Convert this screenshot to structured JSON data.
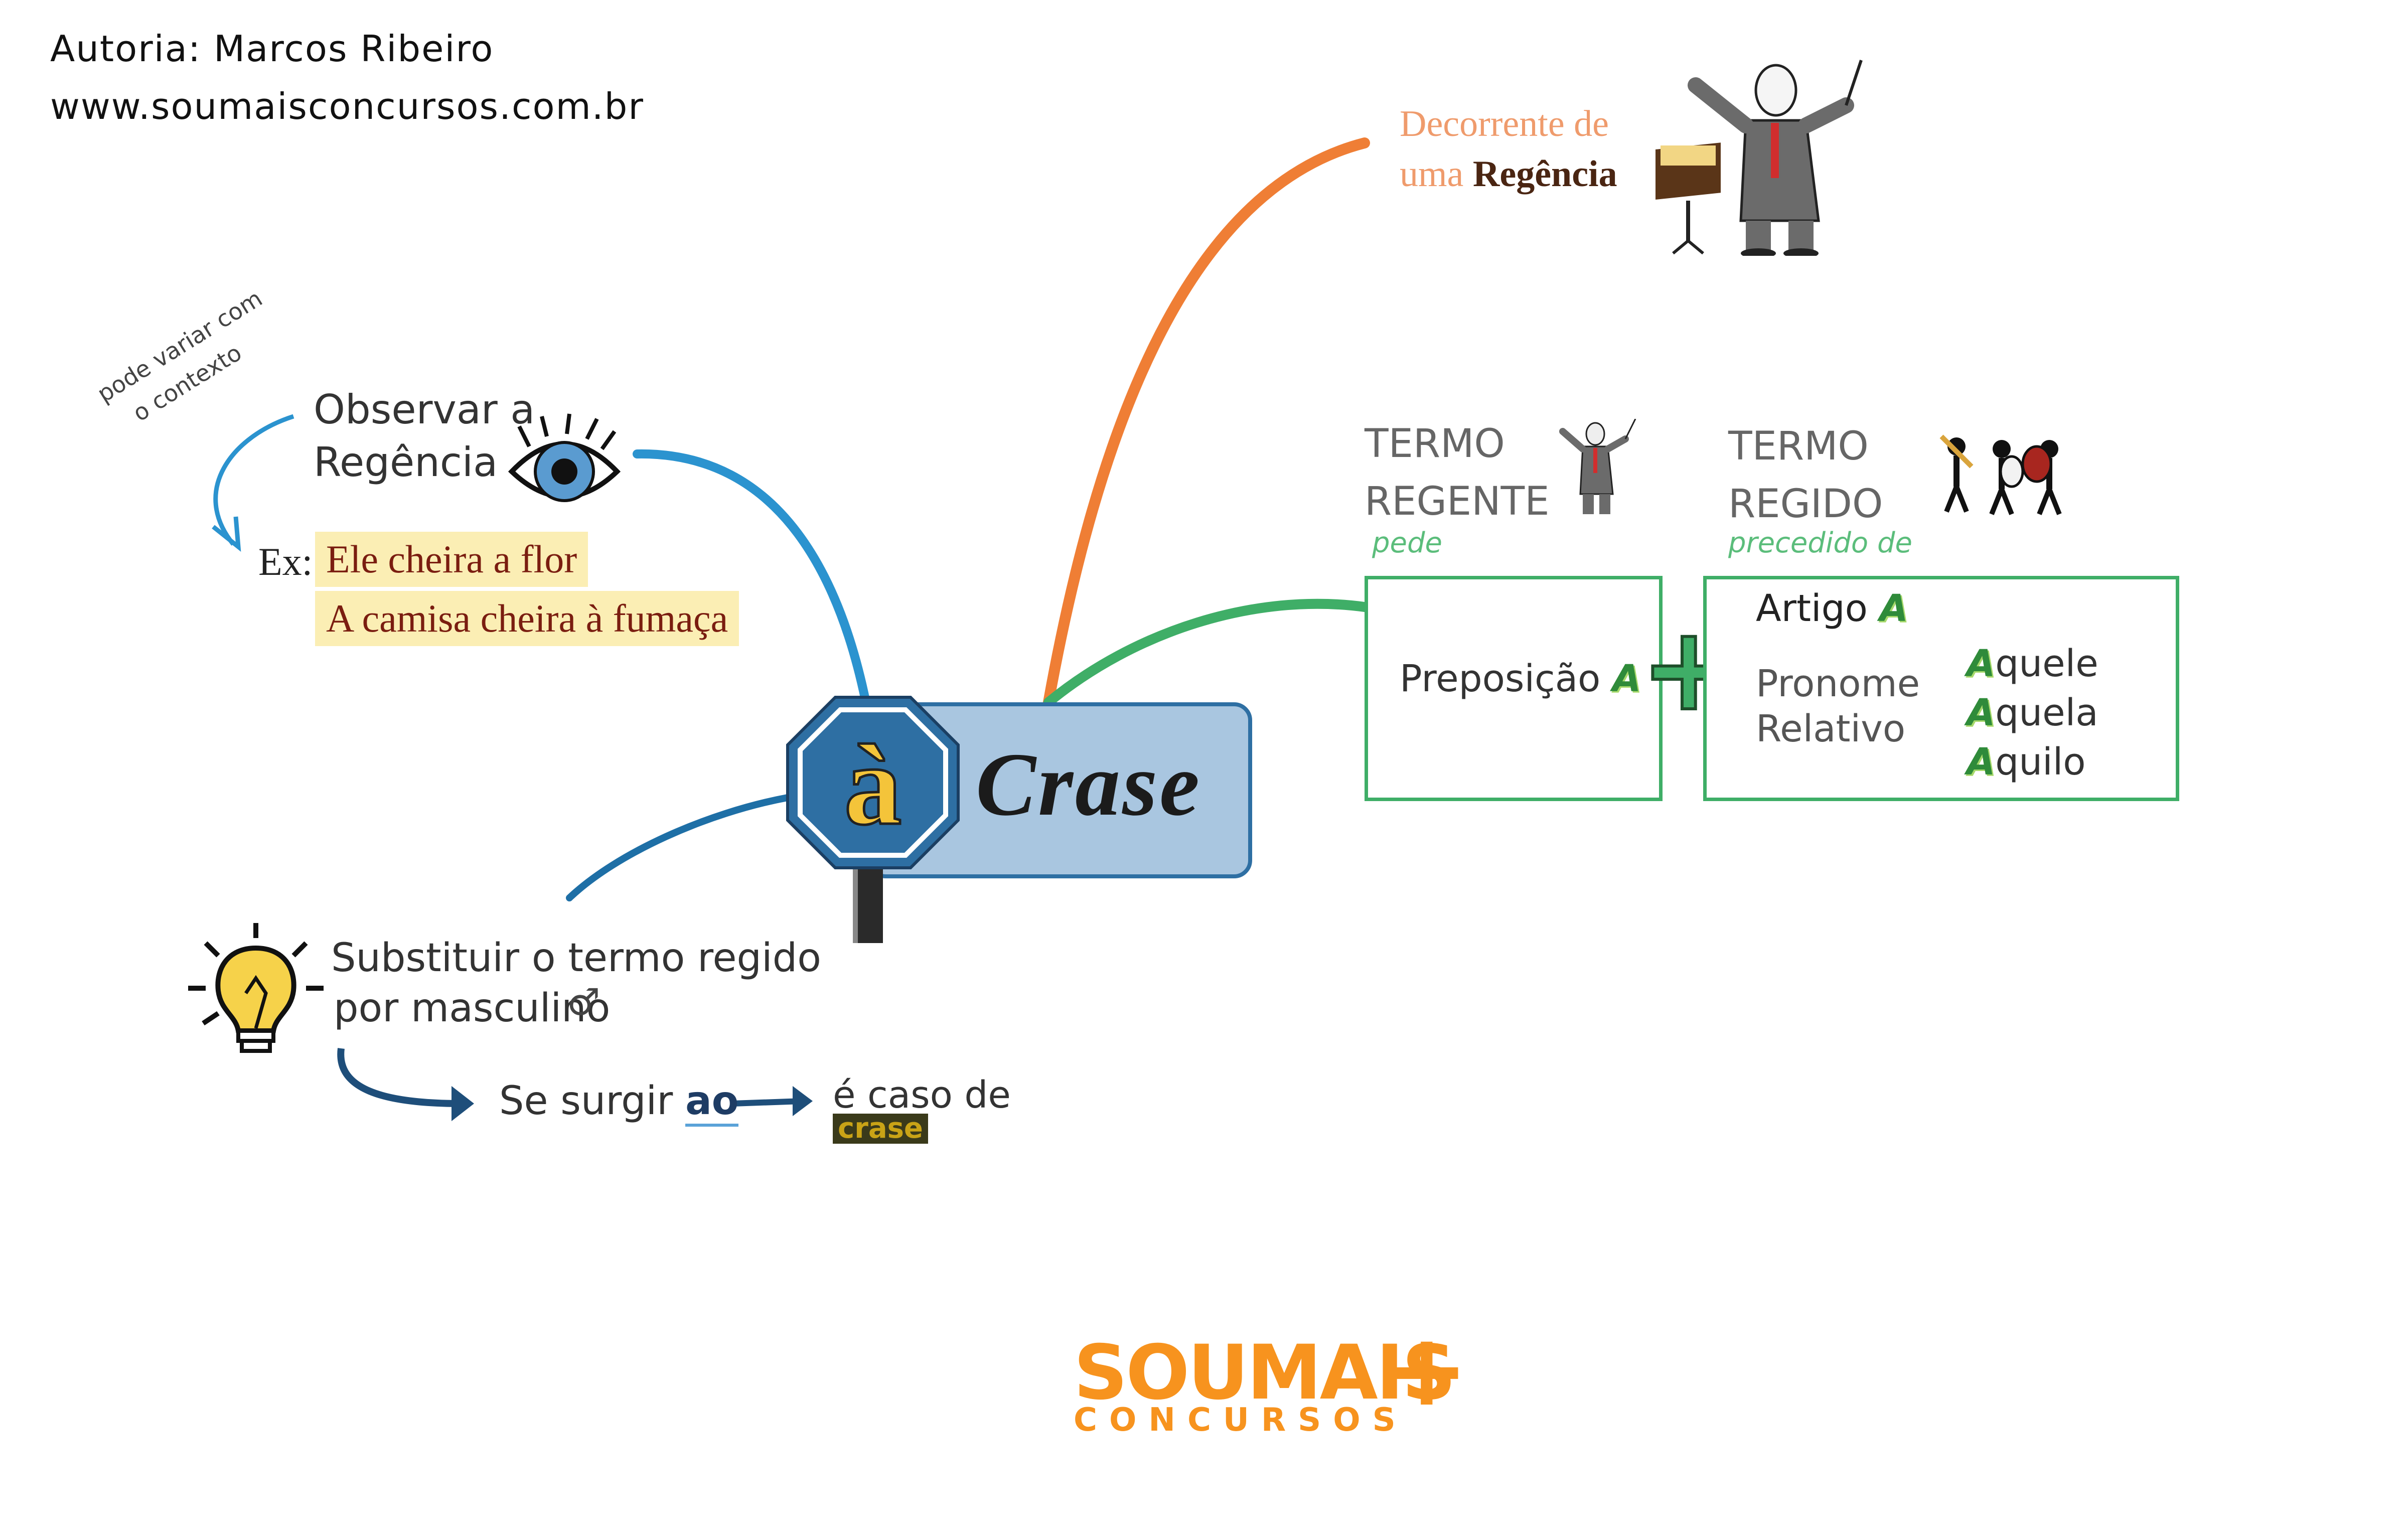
{
  "header": {
    "author": "Autoria: Marcos Ribeiro",
    "site": "www.soumaisconcursos.com.br"
  },
  "center": {
    "symbol": "à",
    "title": "Crase"
  },
  "branch_top": {
    "line1": "Decorrente de",
    "line2_prefix": "uma",
    "line2_emph": "Regência",
    "icon": "conductor-icon"
  },
  "branch_left_top": {
    "side_note_line1": "pode variar com",
    "side_note_line2": "o contexto",
    "line1": "Observar a",
    "line2": "Regência",
    "icon": "eye-icon",
    "ex_label": "Ex:",
    "examples": [
      "Ele cheira a flor",
      "A camisa cheira à fumaça"
    ]
  },
  "branch_right": {
    "regente_line1": "TERMO",
    "regente_line2": "REGENTE",
    "regente_sub": "pede",
    "regido_line1": "TERMO",
    "regido_line2": "REGIDO",
    "regido_sub": "precedido de",
    "left_box": {
      "text": "Preposição",
      "letter": "A"
    },
    "plus": "+",
    "right_box": {
      "artigo": "Artigo",
      "artigo_letter": "A",
      "pronome_line1": "Pronome",
      "pronome_line2": "Relativo",
      "pronouns": [
        {
          "letter": "A",
          "rest": "quele"
        },
        {
          "letter": "A",
          "rest": "quela"
        },
        {
          "letter": "A",
          "rest": "quilo"
        }
      ]
    }
  },
  "branch_left_bottom": {
    "line1": "Substituir o termo regido",
    "line2": "por masculino",
    "icon": "lightbulb-icon",
    "result_prefix": "Se surgir",
    "result_emph": "ao",
    "conclusion_line1": "é caso de",
    "conclusion_line2": "crase"
  },
  "logo": {
    "line1": "SOUMAIS",
    "plus": "+",
    "line2": "CONCURSOS"
  },
  "colors": {
    "blue_branch": "#2b93cf",
    "orange_branch": "#ef7e35",
    "green_branch": "#3fae67",
    "dark_blue_branch": "#1e6fa6",
    "center_fill": "#a9c6e0",
    "octagon": "#2e6fa3",
    "logo_orange": "#f7931e"
  }
}
